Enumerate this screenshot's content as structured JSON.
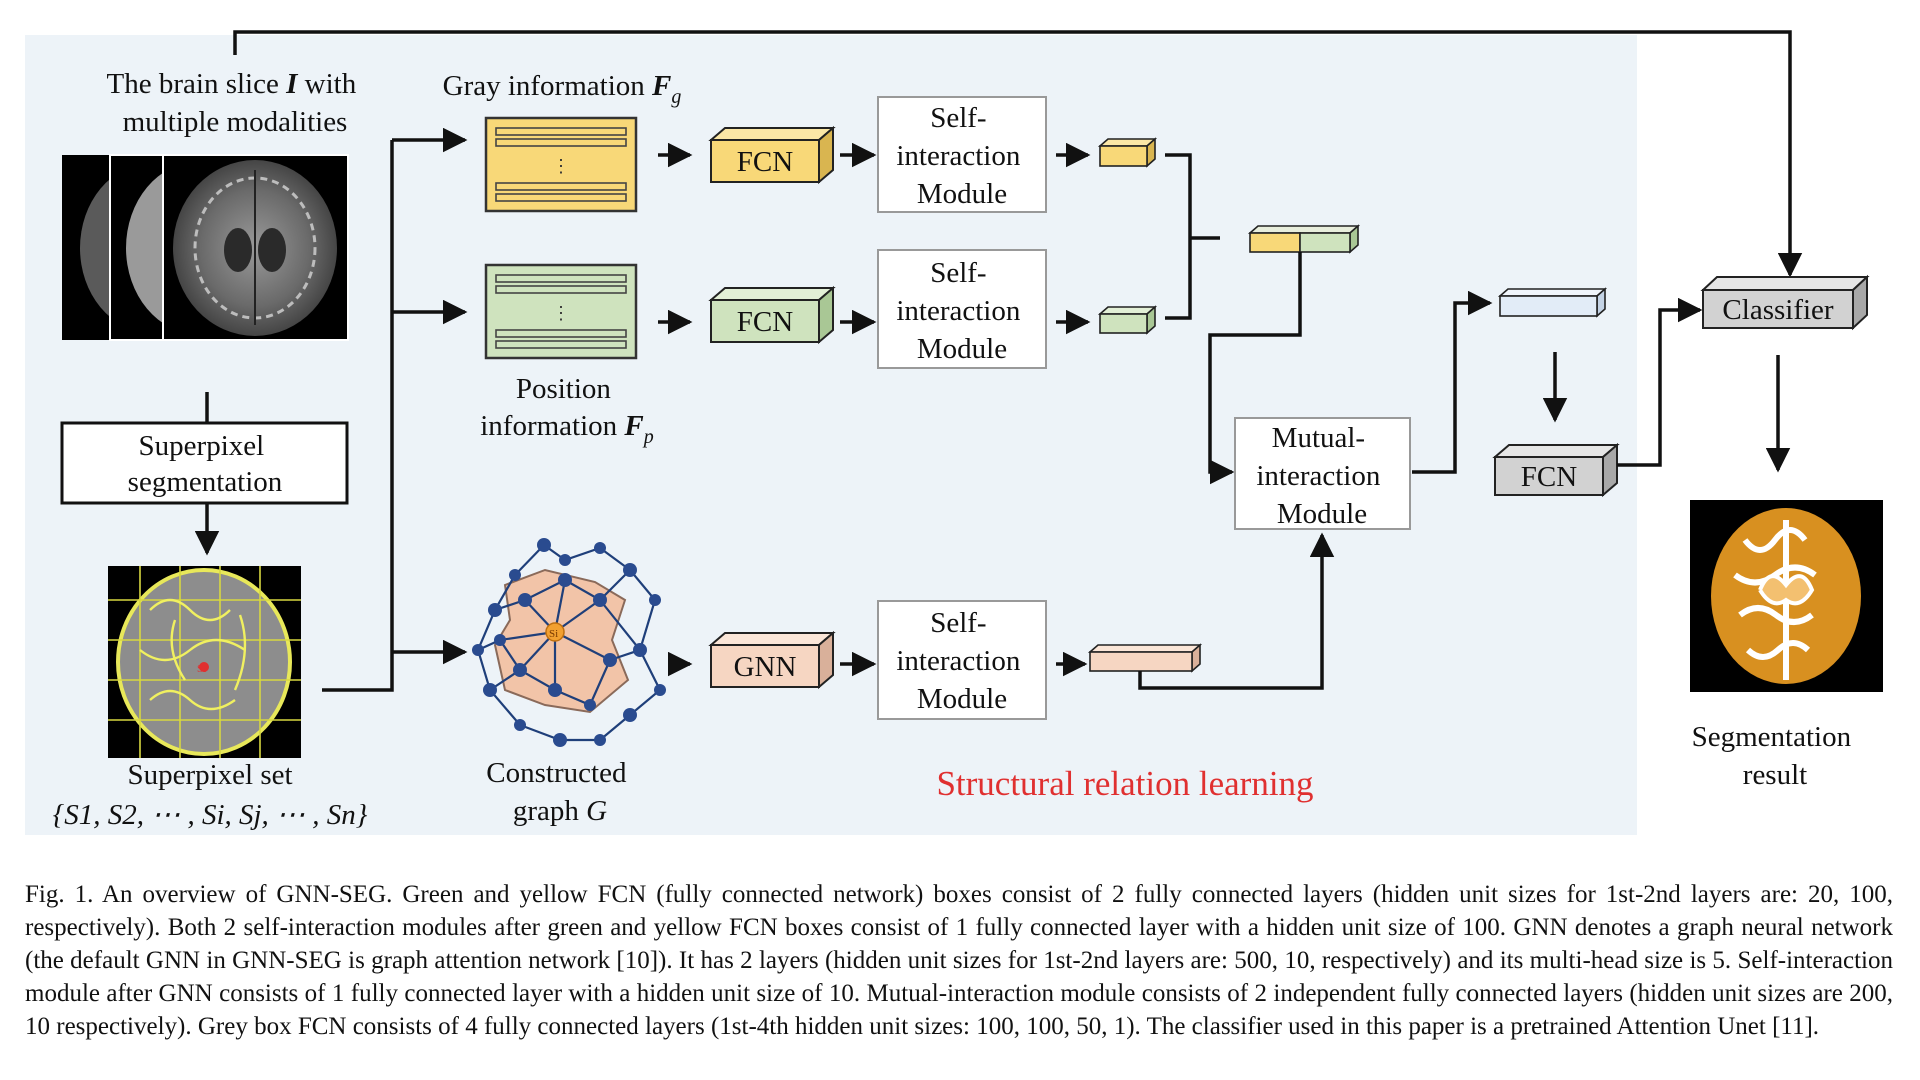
{
  "input": {
    "label_line1_pre": "The brain slice ",
    "label_line1_var": "I",
    "label_line1_post": " with",
    "label_line2": "multiple modalities"
  },
  "superpixel_box": {
    "line1": "Superpixel",
    "line2": "segmentation"
  },
  "superpixel_set": {
    "label": "Superpixel set",
    "set_notation": "{S1, S2, ⋯ , Si, Sj, ⋯ , Sn}",
    "center_mark": "Si"
  },
  "gray_info": {
    "label_pre": "Gray information ",
    "label_var": "F",
    "label_sub": "g",
    "dots": "⋮"
  },
  "position_info": {
    "line1": "Position",
    "line2_pre": "information ",
    "line2_var": "F",
    "line2_sub": "p",
    "dots": "⋮"
  },
  "graph": {
    "line1": "Constructed",
    "line2_pre": "graph ",
    "line2_var": "G",
    "center_mark": "Si"
  },
  "fcn_yellow": {
    "label": "FCN"
  },
  "fcn_green": {
    "label": "FCN"
  },
  "gnn": {
    "label": "GNN"
  },
  "fcn_grey": {
    "label": "FCN"
  },
  "self_interaction": {
    "line1": "Self-",
    "line2": "interaction",
    "line3": "Module"
  },
  "mutual_interaction": {
    "line1": "Mutual-",
    "line2": "interaction",
    "line3": "Module"
  },
  "classifier": {
    "label": "Classifier"
  },
  "region_label": "Structural relation learning",
  "output": {
    "line1": "Segmentation",
    "line2": "result"
  },
  "caption": "Fig. 1.  An overview of GNN-SEG. Green and yellow FCN (fully connected network) boxes consist of 2 fully connected layers (hidden unit sizes for 1st-2nd layers are: 20, 100, respectively). Both 2 self-interaction modules after green and yellow FCN boxes consist of 1 fully connected layer with a hidden unit size of 100. GNN denotes a graph neural network (the default GNN in GNN-SEG is graph attention network [10]). It has 2 layers (hidden unit sizes for 1st-2nd layers are: 500, 10, respectively) and its multi-head size is 5. Self-interaction module after GNN consists of 1 fully connected layer with a hidden unit size of 10. Mutual-interaction module consists of 2 independent fully connected layers (hidden unit sizes are 200, 10 respectively). Grey box FCN consists of 4 fully connected layers (1st-4th hidden unit sizes: 100, 100, 50, 1). The classifier used in this paper is a pretrained Attention Unet [11].",
  "colors": {
    "region_bg": "#edf3f8",
    "yellow": "#f8d878",
    "green": "#cfe3be",
    "peach": "#f6d6c2",
    "grey": "#d2d2d2",
    "light_blue": "#e2ecf7",
    "region_label": "#e03030"
  }
}
